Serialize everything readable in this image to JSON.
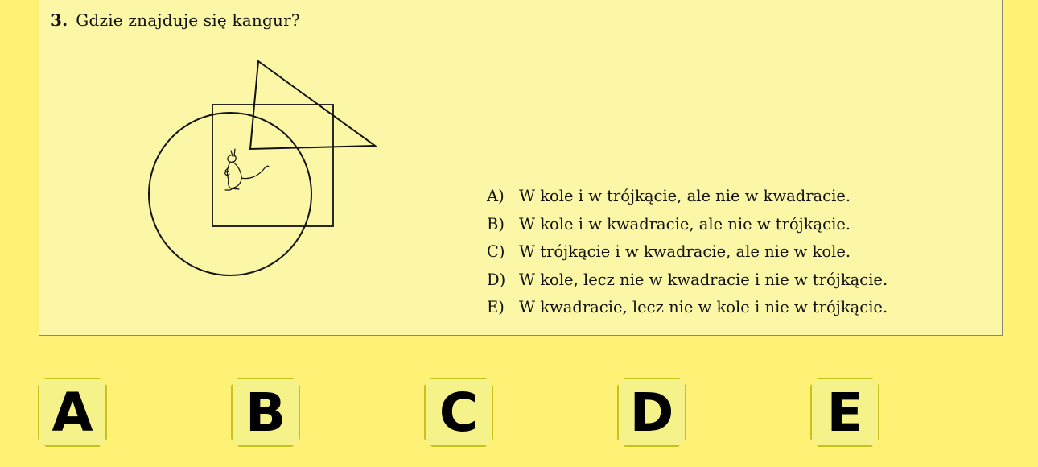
{
  "question": {
    "number": "3.",
    "text": "Gdzie znajduje się kangur?"
  },
  "answers": [
    {
      "letter": "A)",
      "text": "W kole i w trójkącie, ale nie w kwadracie."
    },
    {
      "letter": "B)",
      "text": "W kole i w kwadracie, ale nie w trójkącie."
    },
    {
      "letter": "C)",
      "text": "W trójkącie i w kwadracie, ale nie w kole."
    },
    {
      "letter": "D)",
      "text": "W kole, lecz nie w kwadracie i nie w trójkącie."
    },
    {
      "letter": "E)",
      "text": "W kwadracie, lecz nie w kole i nie w trójkącie."
    }
  ],
  "choices": [
    "A",
    "B",
    "C",
    "D",
    "E"
  ],
  "figure": {
    "shapes": [
      "circle",
      "square",
      "triangle",
      "kangaroo"
    ]
  },
  "colors": {
    "background": "#fff176",
    "panel": "#fbf7a6",
    "button_fill": "#f6f28a",
    "button_border": "#c7c31c"
  }
}
